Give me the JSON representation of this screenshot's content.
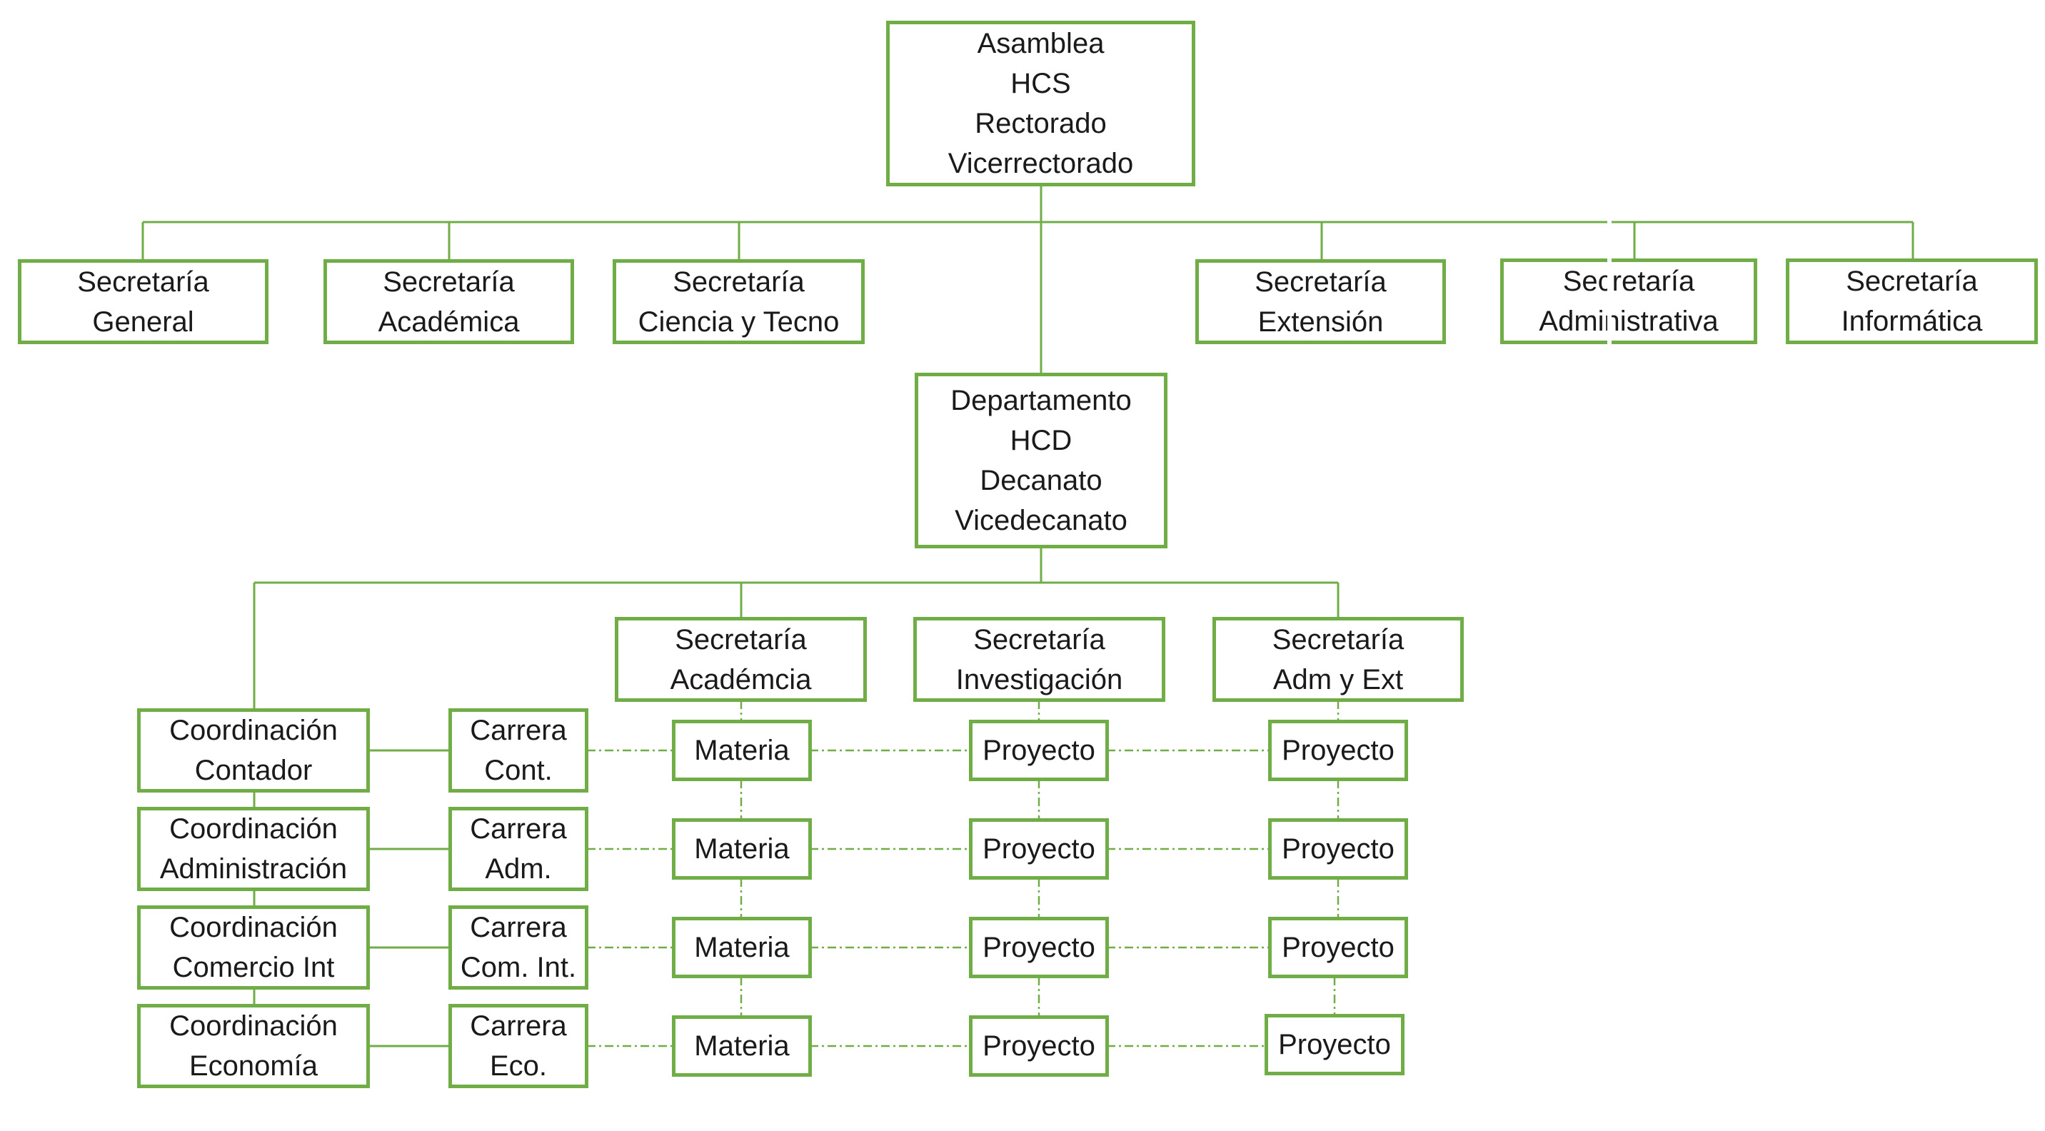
{
  "colors": {
    "border": "#70AD47",
    "line": "#70AD47",
    "text": "#1a1a1a",
    "background": "#ffffff"
  },
  "top": {
    "line1": "Asamblea",
    "line2": "HCS",
    "line3": "Rectorado",
    "line4": "Vicerrectorado"
  },
  "secretarias": [
    {
      "line1": "Secretaría",
      "line2": "General"
    },
    {
      "line1": "Secretaría",
      "line2": "Académica"
    },
    {
      "line1": "Secretaría",
      "line2": "Ciencia y Tecno"
    },
    {
      "line1": "Secretaría",
      "line2": "Extensión"
    },
    {
      "line1": "Secretaría",
      "line2": "Administrativa"
    },
    {
      "line1": "Secretaría",
      "line2": "Informática"
    }
  ],
  "departamento": {
    "line1": "Departamento",
    "line2": "HCD",
    "line3": "Decanato",
    "line4": "Vicedecanato"
  },
  "dept_secretarias": [
    {
      "line1": "Secretaría",
      "line2": "Académcia"
    },
    {
      "line1": "Secretaría",
      "line2": "Investigación"
    },
    {
      "line1": "Secretaría",
      "line2": "Adm y Ext"
    }
  ],
  "coordinaciones": [
    {
      "line1": "Coordinación",
      "line2": "Contador"
    },
    {
      "line1": "Coordinación",
      "line2": "Administración"
    },
    {
      "line1": "Coordinación",
      "line2": "Comercio Int"
    },
    {
      "line1": "Coordinación",
      "line2": "Economía"
    }
  ],
  "carreras": [
    {
      "line1": "Carrera",
      "line2": "Cont."
    },
    {
      "line1": "Carrera",
      "line2": "Adm."
    },
    {
      "line1": "Carrera",
      "line2": "Com. Int."
    },
    {
      "line1": "Carrera",
      "line2": "Eco."
    }
  ],
  "materias": [
    "Materia",
    "Materia",
    "Materia",
    "Materia"
  ],
  "proyectos_investigacion": [
    "Proyecto",
    "Proyecto",
    "Proyecto",
    "Proyecto"
  ],
  "proyectos_adm_ext": [
    "Proyecto",
    "Proyecto",
    "Proyecto",
    "Proyecto"
  ]
}
